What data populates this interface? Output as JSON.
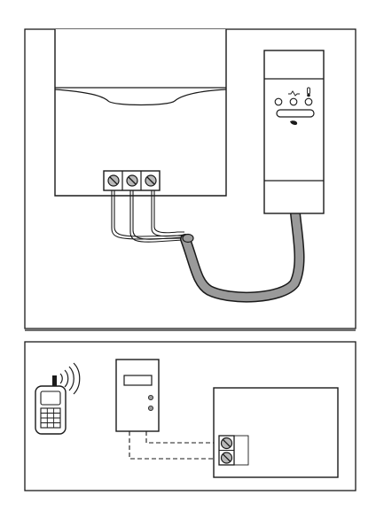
{
  "panels": {
    "top": {
      "boiler": {
        "terminal_count": 3
      },
      "receiver_module": {
        "indicator_count": 3,
        "symbols": [
          "resistor-symbol",
          "thermometer-symbol"
        ]
      },
      "cable": {
        "wire_count": 3
      }
    },
    "bottom": {
      "phone": {
        "keypad_rows": 4,
        "keypad_cols": 3
      },
      "thermostat": {
        "led_count": 2
      },
      "heater": {
        "terminal_count": 2
      },
      "connection": {
        "style": "dashed",
        "wire_count": 2
      }
    }
  },
  "colors": {
    "line": "#1a1a1a",
    "cable_fill": "#9a9a9a",
    "screw_fill": "#b8b8b8",
    "background": "#ffffff"
  },
  "icons": [
    "boiler-icon",
    "receiver-module-icon",
    "cable-icon",
    "mobile-phone-icon",
    "signal-waves-icon",
    "thermostat-icon",
    "heater-unit-icon"
  ]
}
